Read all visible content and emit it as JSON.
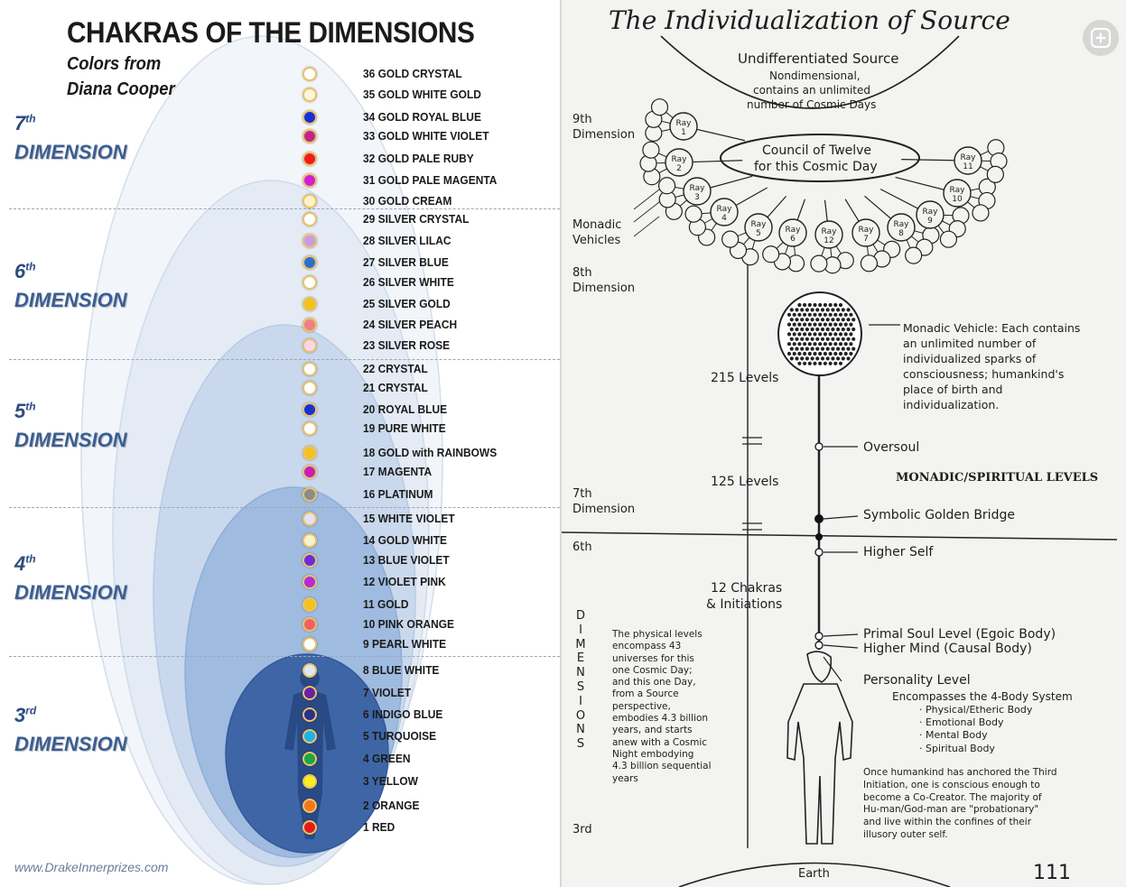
{
  "left_panel": {
    "title": "CHAKRAS OF THE DIMENSIONS",
    "subtitle_line1": "Colors from",
    "subtitle_line2": "Diana Cooper",
    "footer": "www.DrakeInnerprizes.com",
    "dimensions": [
      {
        "ordinal": "7",
        "suffix": "th",
        "word": "DIMENSION"
      },
      {
        "ordinal": "6",
        "suffix": "th",
        "word": "DIMENSION"
      },
      {
        "ordinal": "5",
        "suffix": "th",
        "word": "DIMENSION"
      },
      {
        "ordinal": "4",
        "suffix": "th",
        "word": "DIMENSION"
      },
      {
        "ordinal": "3",
        "suffix": "rd",
        "word": "DIMENSION"
      }
    ],
    "chakras": [
      {
        "label": "36 GOLD CRYSTAL",
        "color": "#ffffff"
      },
      {
        "label": "35 GOLD WHITE GOLD",
        "color": "#fdf6d8"
      },
      {
        "label": "34 GOLD ROYAL BLUE",
        "color": "#1a2fd6"
      },
      {
        "label": "33 GOLD WHITE VIOLET",
        "color": "#c0268a"
      },
      {
        "label": "32 GOLD PALE RUBY",
        "color": "#f01d1d"
      },
      {
        "label": "31 GOLD PALE MAGENTA",
        "color": "#d21fd6"
      },
      {
        "label": "30 GOLD CREAM",
        "color": "#fff3c8"
      },
      {
        "label": "29 SILVER CRYSTAL",
        "color": "#ffffff"
      },
      {
        "label": "28 SILVER LILAC",
        "color": "#c79be8"
      },
      {
        "label": "27 SILVER BLUE",
        "color": "#2d6fd0"
      },
      {
        "label": "26 SILVER WHITE",
        "color": "#ffffff"
      },
      {
        "label": "25 SILVER GOLD",
        "color": "#f2c21f"
      },
      {
        "label": "24 SILVER PEACH",
        "color": "#f07f86"
      },
      {
        "label": "23 SILVER ROSE",
        "color": "#f9d6ea"
      },
      {
        "label": "22 CRYSTAL",
        "color": "#ffffff"
      },
      {
        "label": "21 CRYSTAL",
        "color": "#ffffff"
      },
      {
        "label": "20 ROYAL BLUE",
        "color": "#1a2fd6"
      },
      {
        "label": "19 PURE WHITE",
        "color": "#ffffff"
      },
      {
        "label": "18 GOLD with RAINBOWS",
        "color": "#f2c21f"
      },
      {
        "label": "17 MAGENTA",
        "color": "#c71fb8"
      },
      {
        "label": "16 PLATINUM",
        "color": "#8c8c8c"
      },
      {
        "label": "15 WHITE VIOLET",
        "color": "#e4e0f7"
      },
      {
        "label": "14 GOLD WHITE",
        "color": "#f7f2cf"
      },
      {
        "label": "13 BLUE VIOLET",
        "color": "#6d2be0"
      },
      {
        "label": "12 VIOLET PINK",
        "color": "#b52ad8"
      },
      {
        "label": "11 GOLD",
        "color": "#f2c21f"
      },
      {
        "label": "10 PINK ORANGE",
        "color": "#f26060"
      },
      {
        "label": "9 PEARL WHITE",
        "color": "#ffffff"
      },
      {
        "label": "8 BLUE WHITE",
        "color": "#dfe7f5"
      },
      {
        "label": "7 VIOLET",
        "color": "#6a1fa8"
      },
      {
        "label": "6 INDIGO BLUE",
        "color": "#2a2f8c"
      },
      {
        "label": "5 TURQUOISE",
        "color": "#1fb2e6"
      },
      {
        "label": "4 GREEN",
        "color": "#19a844"
      },
      {
        "label": "3 YELLOW",
        "color": "#f7ef1f"
      },
      {
        "label": "2 ORANGE",
        "color": "#f2771a"
      },
      {
        "label": "1 RED",
        "color": "#e61a1a"
      }
    ]
  },
  "right_panel": {
    "title": "The Individualization of Source",
    "source_title": "Undifferentiated Source",
    "source_desc1": "Nondimensional,",
    "source_desc2": "contains an unlimited",
    "source_desc3": "number of Cosmic Days",
    "dim9_line1": "9th",
    "dim9_line2": "Dimension",
    "council_line1": "Council of Twelve",
    "council_line2": "for this Cosmic Day",
    "ray_word": "Ray",
    "rays": [
      "1",
      "2",
      "3",
      "4",
      "5",
      "6",
      "12",
      "7",
      "8",
      "9",
      "10",
      "11"
    ],
    "monadic_vehicles1": "Monadic",
    "monadic_vehicles2": "Vehicles",
    "dim8_line1": "8th",
    "dim8_line2": "Dimension",
    "monad_desc": [
      "Monadic Vehicle:  Each contains",
      "an unlimited number of",
      "individualized sparks of",
      "consciousness; humankind's",
      "place of birth and",
      "individualization."
    ],
    "levels_215": "215 Levels",
    "oversoul": "Oversoul",
    "levels_125": "125 Levels",
    "monadic_spiritual": "MONADIC/SPIRITUAL LEVELS",
    "dim7_line1": "7th",
    "dim7_line2": "Dimension",
    "golden_bridge": "Symbolic Golden Bridge",
    "dim6": "6th",
    "higher_self": "Higher Self",
    "chakras_init1": "12 Chakras",
    "chakras_init2": "& Initiations",
    "vertical_dimensions": [
      "D",
      "I",
      "M",
      "E",
      "N",
      "S",
      "I",
      "O",
      "N",
      "S"
    ],
    "physical_levels": [
      "The physical levels",
      "encompass 43",
      "universes for this",
      "one Cosmic Day;",
      "and this one Day,",
      "from a Source",
      "perspective,",
      "embodies 4.3 billion",
      "years, and starts",
      "anew with a Cosmic",
      "Night embodying",
      "4.3 billion sequential",
      "years"
    ],
    "primal_soul": "Primal Soul Level (Egoic Body)",
    "higher_mind": "Higher Mind (Causal Body)",
    "personality_level": "Personality Level",
    "encompasses": "Encompasses the 4-Body System",
    "bodies": [
      "· Physical/Etheric Body",
      "· Emotional Body",
      "· Mental Body",
      "· Spiritual Body"
    ],
    "third_init": [
      "Once humankind has anchored the Third",
      "Initiation, one is conscious enough to",
      "become a Co-Creator.  The majority of",
      "Hu-man/God-man are \"probationary\"",
      "and live within the confines of their",
      "illusory outer self."
    ],
    "dim3": "3rd",
    "earth": "Earth",
    "page_number": "111"
  }
}
